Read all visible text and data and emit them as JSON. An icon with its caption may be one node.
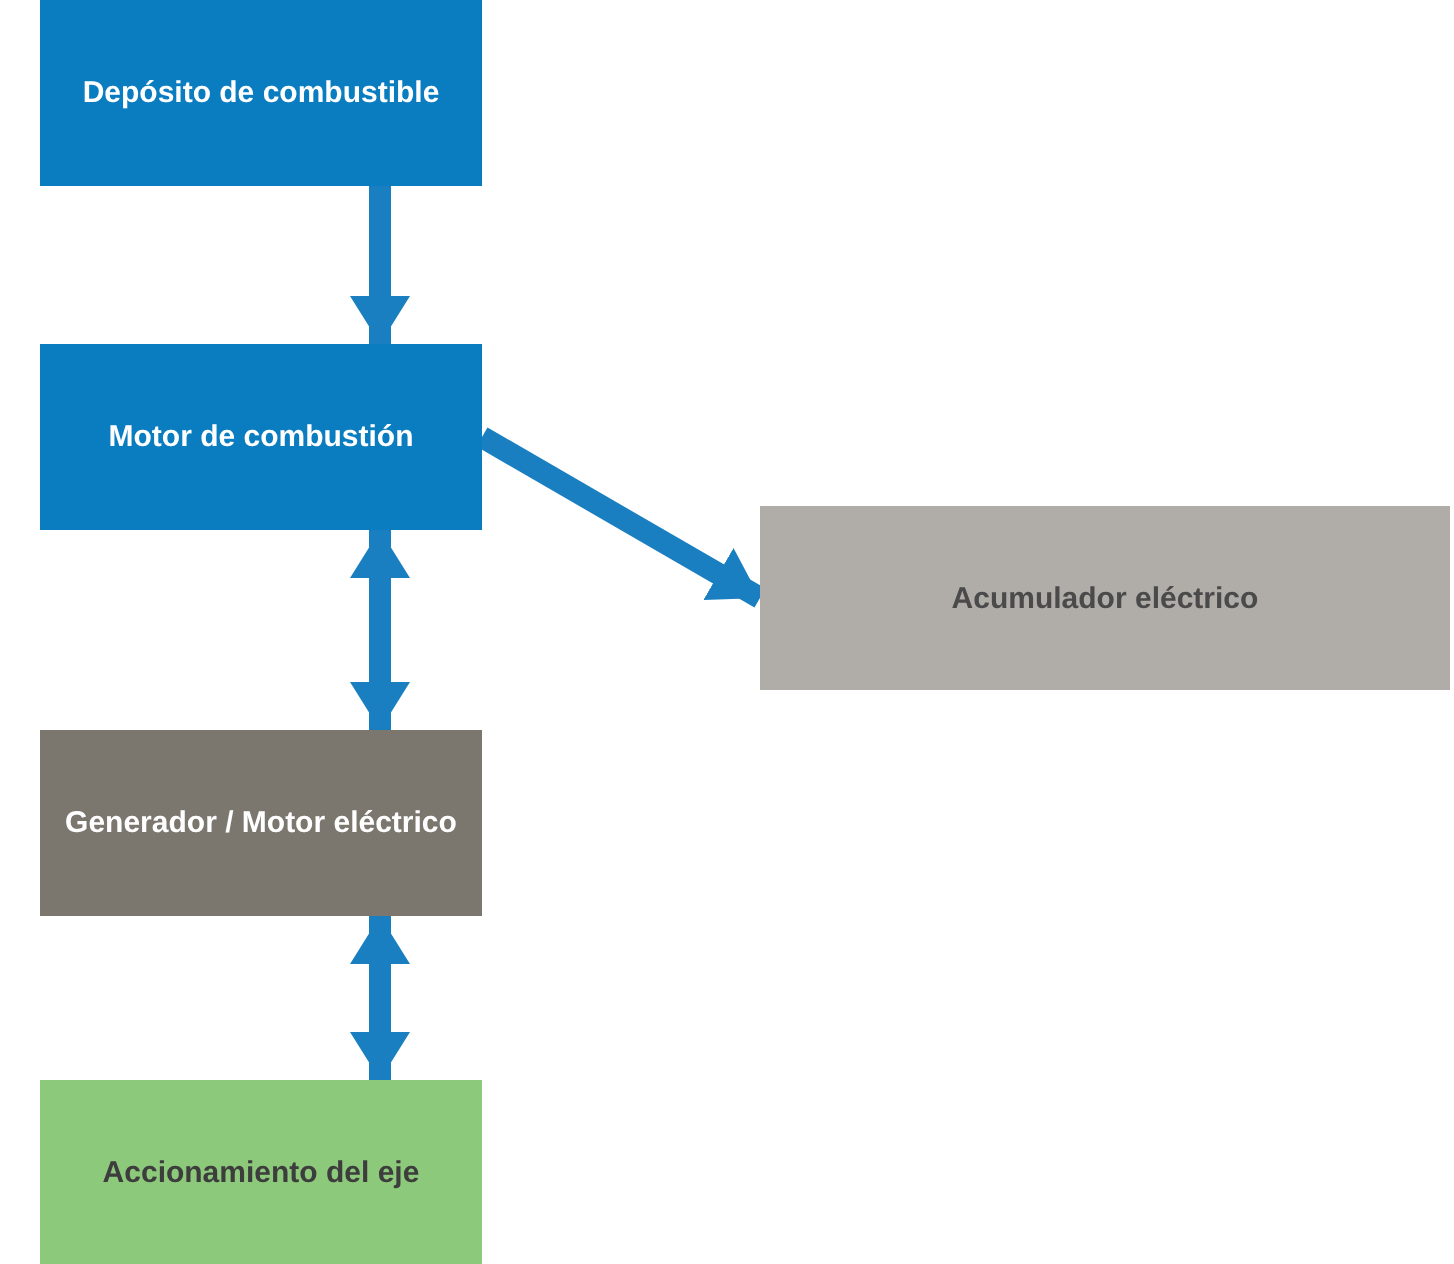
{
  "diagram": {
    "nodes": [
      {
        "text": [
          "Depósito de combustible"
        ]
      },
      {
        "text": [
          "Motor de combustión"
        ]
      },
      {
        "text": [
          "Acumulador eléctrico"
        ]
      },
      {
        "text": [
          "Generador / Motor eléctrico"
        ]
      },
      {
        "text": [
          "Accionamiento del eje"
        ]
      }
    ],
    "edges": [
      {
        "from": 0,
        "to": 1,
        "arrow": "to"
      },
      {
        "from": 1,
        "to": 3,
        "arrow": "both"
      },
      {
        "from": 1,
        "to": 2,
        "arrow": "to"
      },
      {
        "from": 3,
        "to": 4,
        "arrow": "both"
      }
    ]
  }
}
